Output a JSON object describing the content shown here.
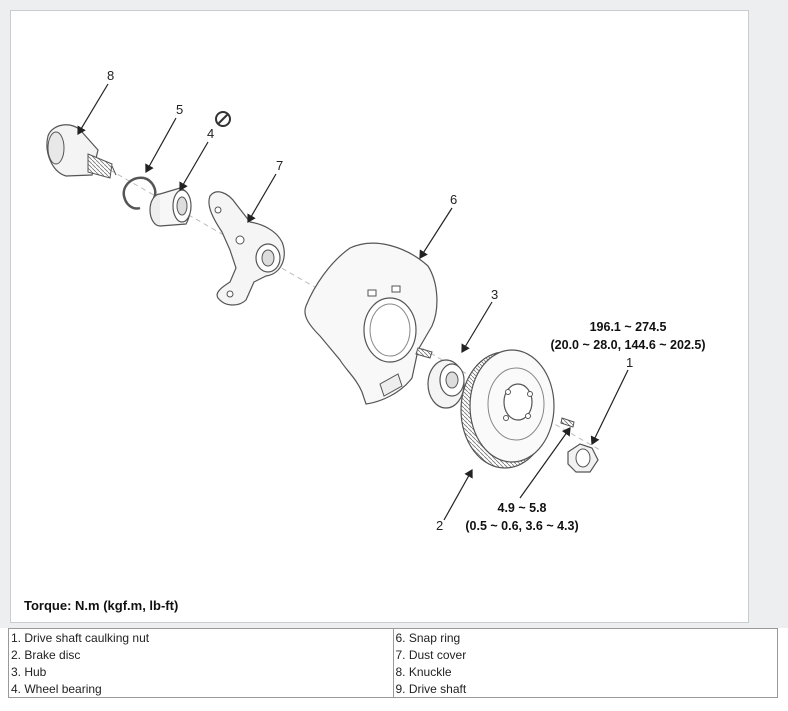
{
  "callouts": {
    "c1": "1",
    "c2": "2",
    "c3": "3",
    "c4": "4",
    "c5": "5",
    "c6": "6",
    "c7": "7",
    "c8": "8"
  },
  "torque_nut": {
    "line1": "196.1 ~ 274.5",
    "line2": "(20.0 ~ 28.0, 144.6 ~ 202.5)"
  },
  "torque_screw": {
    "line1": "4.9 ~ 5.8",
    "line2": "(0.5 ~ 0.6, 3.6 ~ 4.3)"
  },
  "torque_unit_label": "Torque: N.m (kgf.m, lb-ft)",
  "legend": [
    [
      "1. Drive shaft caulking nut",
      "6. Snap ring"
    ],
    [
      "2. Brake disc",
      "7. Dust cover"
    ],
    [
      "3. Hub",
      "8. Knuckle"
    ],
    [
      "4. Wheel bearing",
      "9. Drive shaft"
    ]
  ],
  "icons": {
    "no_reuse": "prohibition-icon"
  }
}
